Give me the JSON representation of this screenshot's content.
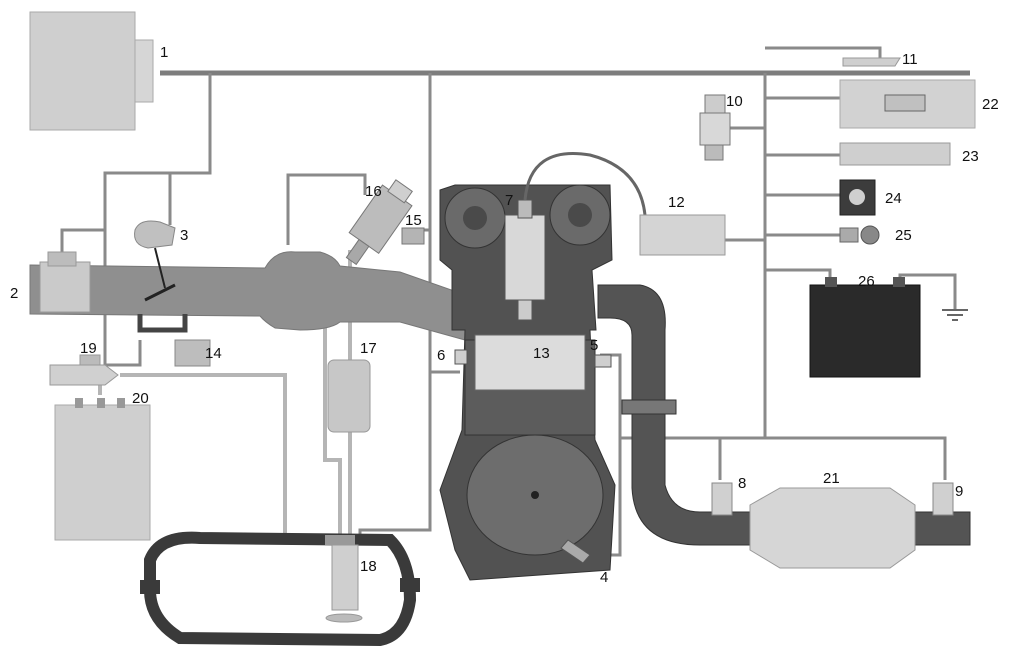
{
  "colors": {
    "wire": "#8a8a8a",
    "wire_dark": "#6e6e6e",
    "component_light": "#d2d2d2",
    "component_mid": "#a9a9a9",
    "component_dark": "#4a4a4a",
    "battery": "#2a2a2a",
    "outline": "#555555"
  },
  "labels": [
    "1",
    "2",
    "3",
    "4",
    "5",
    "6",
    "7",
    "8",
    "9",
    "10",
    "11",
    "12",
    "13",
    "14",
    "15",
    "16",
    "17",
    "18",
    "19",
    "20",
    "21",
    "22",
    "23",
    "24",
    "25",
    "26"
  ]
}
